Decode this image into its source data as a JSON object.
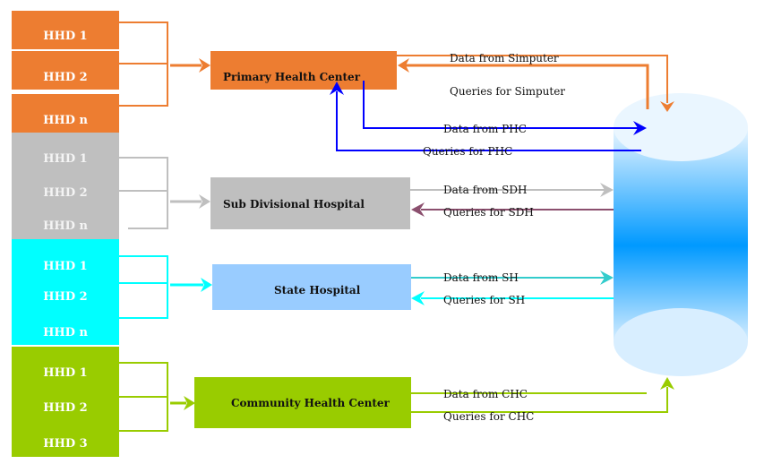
{
  "colors": {
    "orange": "#ED7D31",
    "gray": "#BFBFBF",
    "cyan": "#00FFFF",
    "green": "#99CC00",
    "blue": "#0000FF",
    "sh_blue": "#99CCFF",
    "purple": "#8B4F6E",
    "teal": "#33CCCC"
  },
  "groups": {
    "phc": {
      "items": [
        "HHD 1",
        "HHD 2",
        "HHD n"
      ],
      "center": "Primary Health Center"
    },
    "sdh": {
      "items": [
        "HHD 1",
        "HHD 2",
        "HHD n"
      ],
      "center": "Sub Divisional Hospital"
    },
    "sh": {
      "items": [
        "HHD 1",
        "HHD 2",
        "HHD n"
      ],
      "center": "State Hospital"
    },
    "chc": {
      "items": [
        "HHD 1",
        "HHD 2",
        "HHD 3"
      ],
      "center": "Community  Health Center"
    }
  },
  "flows": {
    "data_simputer": "Data from Simputer",
    "queries_simputer": "Queries for Simputer",
    "data_phc": "Data from PHC",
    "queries_phc": "Queries for PHC",
    "data_sdh": "Data from SDH",
    "queries_sdh": "Queries for SDH",
    "data_sh": "Data from SH",
    "queries_sh": "Queries for  SH",
    "data_chc": "Data from  CHC",
    "queries_chc": "Queries for CHC"
  }
}
